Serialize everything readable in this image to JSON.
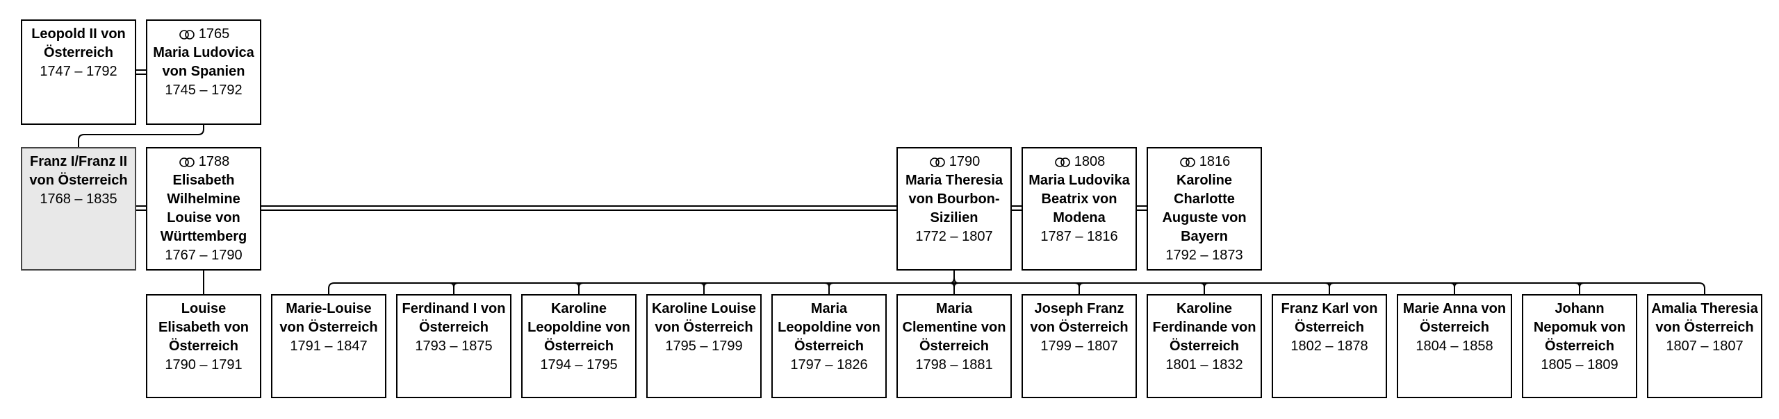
{
  "people": {
    "leopold": {
      "name": "Leopold II von Österreich",
      "dates": "1747 – 1792"
    },
    "maria_ludovica_spanien": {
      "marriage_year": "1765",
      "name": "Maria Ludovica von Spanien",
      "dates": "1745 – 1792"
    },
    "franz": {
      "name": "Franz I/Franz II von Österreich",
      "dates": "1768 – 1835"
    },
    "elisabeth": {
      "marriage_year": "1788",
      "name": "Elisabeth Wilhelmine Louise von Württemberg",
      "dates": "1767 – 1790"
    },
    "maria_theresia": {
      "marriage_year": "1790",
      "name": "Maria Theresia von Bourbon-Sizilien",
      "dates": "1772 – 1807"
    },
    "maria_ludovika": {
      "marriage_year": "1808",
      "name": "Maria Ludovika Beatrix von Modena",
      "dates": "1787 – 1816"
    },
    "karoline_charlotte": {
      "marriage_year": "1816",
      "name": "Karoline Charlotte Auguste von Bayern",
      "dates": "1792 – 1873"
    }
  },
  "children": [
    {
      "name": "Louise Elisabeth von Österreich",
      "dates": "1790 – 1791"
    },
    {
      "name": "Marie-Louise von Österreich",
      "dates": "1791 – 1847"
    },
    {
      "name": "Ferdinand I von Österreich",
      "dates": "1793 – 1875"
    },
    {
      "name": "Karoline Leopoldine von Österreich",
      "dates": "1794 – 1795"
    },
    {
      "name": "Karoline Louise von Österreich",
      "dates": "1795 – 1799"
    },
    {
      "name": "Maria Leopoldine von Österreich",
      "dates": "1797 – 1826"
    },
    {
      "name": "Maria Clementine von Österreich",
      "dates": "1798 – 1881"
    },
    {
      "name": "Joseph Franz von Österreich",
      "dates": "1799 – 1807"
    },
    {
      "name": "Karoline Ferdinande von Österreich",
      "dates": "1801 – 1832"
    },
    {
      "name": "Franz Karl von Österreich",
      "dates": "1802 – 1878"
    },
    {
      "name": "Marie Anna von Österreich",
      "dates": "1804 – 1858"
    },
    {
      "name": "Johann Nepomuk von Österreich",
      "dates": "1805 – 1809"
    },
    {
      "name": "Amalia Theresia von Österreich",
      "dates": "1807 – 1807"
    }
  ],
  "colors": {
    "root_fill": "#e8e8e8",
    "line": "#000000"
  }
}
